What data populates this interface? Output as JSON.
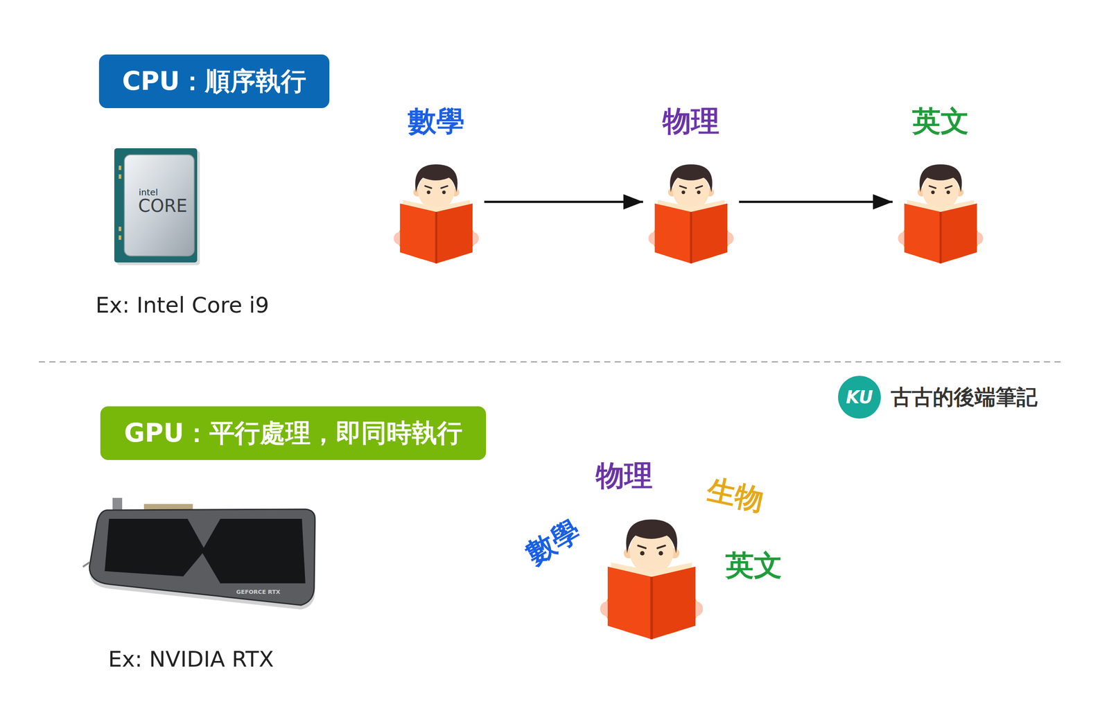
{
  "diagram": {
    "nodes": [
      {
        "text": [
          "CPU：順序執行"
        ]
      },
      {
        "text": [
          "數學"
        ]
      },
      {
        "text": [
          "物理"
        ]
      },
      {
        "text": [
          "英文"
        ]
      },
      {
        "text": [
          "GPU：平行處理，即同時執行"
        ]
      }
    ],
    "edges": [
      {
        "from": 1,
        "to": 2,
        "arrow": "to"
      },
      {
        "from": 2,
        "to": 3,
        "arrow": "to"
      }
    ],
    "labels": [
      "intel",
      "CORE",
      "Ex: Intel Core i9",
      "KU",
      "古古的後端筆記",
      "GEFORCE RTX",
      "Ex: NVIDIA RTX",
      "物理",
      "生物",
      "數學",
      "英文"
    ]
  }
}
